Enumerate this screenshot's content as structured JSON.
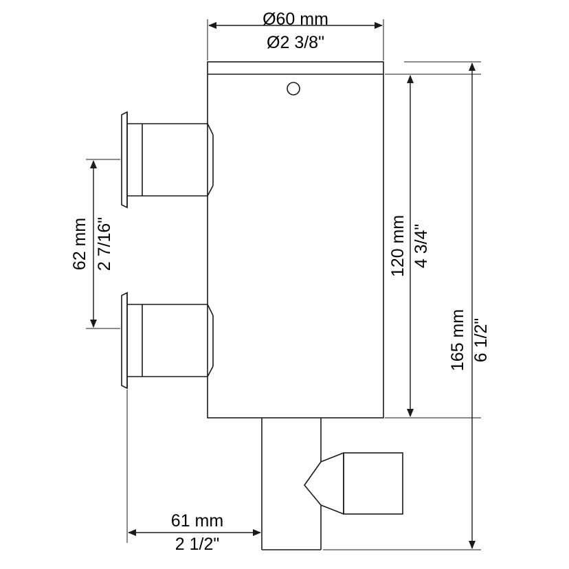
{
  "drawing": {
    "title": "Technical dimension drawing of a wall-mounted cylindrical soap dispenser",
    "units_primary": "mm",
    "units_secondary": "inch",
    "line_color": "#1a1a1a",
    "background_color": "#ffffff"
  },
  "dimensions": {
    "diameter_top": {
      "metric": "Ø60 mm",
      "imperial": "Ø2 3/8\""
    },
    "height_body": {
      "metric": "120 mm",
      "imperial": "4 3/4\""
    },
    "height_total": {
      "metric": "165 mm",
      "imperial": "6 1/2\""
    },
    "bracket_spacing": {
      "metric": "62 mm",
      "imperial": "2 7/16\""
    },
    "depth": {
      "metric": "61 mm",
      "imperial": "2 1/2\""
    }
  }
}
